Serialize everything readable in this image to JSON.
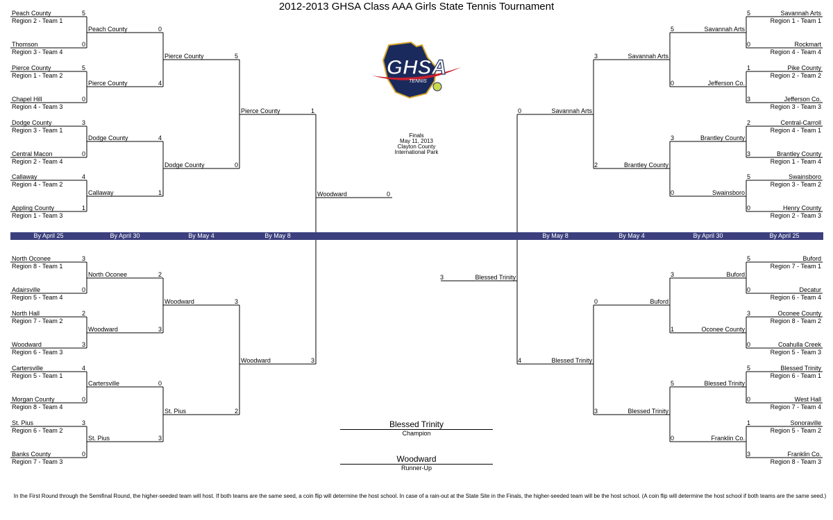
{
  "title": "2012-2013 GHSA Class AAA Girls State Tennis Tournament",
  "logo": {
    "text": "GHSA",
    "subtext": "TENNIS",
    "colors": {
      "navy": "#1b2a5c",
      "gold": "#d4a62a",
      "red": "#c8202f"
    }
  },
  "band": {
    "color": "#3b3f7d",
    "left": [
      "By April 25",
      "By April 30",
      "By May 4",
      "By May 8"
    ],
    "right": [
      "By May 8",
      "By May 4",
      "By April 30",
      "By April 25"
    ]
  },
  "finals": {
    "label": "Finals",
    "date": "May 11, 2013",
    "venue_1": "Clayton County",
    "venue_2": "International Park"
  },
  "champion": {
    "name": "Blessed Trinity",
    "label": "Champion"
  },
  "runner_up": {
    "name": "Woodward",
    "label": "Runner-Up"
  },
  "footnote": "In the First Round through the Semifinal Round, the higher-seeded team will host.  If both teams are the same seed, a coin flip will determine the host school.  In case of a rain-out at the State Site in the Finals, the higher-seeded team will be the host school. (A coin flip will determine the host school if both teams are the same seed.)",
  "left": {
    "r1": [
      {
        "team": "Peach County",
        "seed": "Region 2 - Team 1",
        "score": "5"
      },
      {
        "team": "Thomson",
        "seed": "Region 3 - Team 4",
        "score": "0"
      },
      {
        "team": "Pierce County",
        "seed": "Region 1 - Team 2",
        "score": "5"
      },
      {
        "team": "Chapel Hill",
        "seed": "Region 4 - Team 3",
        "score": "0"
      },
      {
        "team": "Dodge County",
        "seed": "Region 3 - Team 1",
        "score": "3"
      },
      {
        "team": "Central Macon",
        "seed": "Region 2 - Team 4",
        "score": "0"
      },
      {
        "team": "Callaway",
        "seed": "Region 4 - Team 2",
        "score": "4"
      },
      {
        "team": "Appling County",
        "seed": "Region 1 - Team 3",
        "score": "1"
      },
      {
        "team": "North Oconee",
        "seed": "Region 8 - Team 1",
        "score": "3"
      },
      {
        "team": "Adairsville",
        "seed": "Region 5 - Team 4",
        "score": "0"
      },
      {
        "team": "North Hall",
        "seed": "Region 7 - Team 2",
        "score": "2"
      },
      {
        "team": "Woodward",
        "seed": "Region 6 - Team 3",
        "score": "3"
      },
      {
        "team": "Cartersville",
        "seed": "Region 5 - Team 1",
        "score": "4"
      },
      {
        "team": "Morgan County",
        "seed": "Region 8 - Team 4",
        "score": "0"
      },
      {
        "team": "St. Pius",
        "seed": "Region 6 - Team 2",
        "score": "3"
      },
      {
        "team": "Banks County",
        "seed": "Region 7 - Team 3",
        "score": "0"
      }
    ],
    "r2": [
      {
        "team": "Peach County",
        "score": "0"
      },
      {
        "team": "Pierce County",
        "score": "4"
      },
      {
        "team": "Dodge County",
        "score": "4"
      },
      {
        "team": "Callaway",
        "score": "1"
      },
      {
        "team": "North Oconee",
        "score": "2"
      },
      {
        "team": "Woodward",
        "score": "3"
      },
      {
        "team": "Cartersville",
        "score": "0"
      },
      {
        "team": "St. Pius",
        "score": "3"
      }
    ],
    "r3": [
      {
        "team": "Pierce County",
        "score": "5"
      },
      {
        "team": "Dodge County",
        "score": "0"
      },
      {
        "team": "Woodward",
        "score": "3"
      },
      {
        "team": "St. Pius",
        "score": "2"
      }
    ],
    "r4": [
      {
        "team": "Pierce County",
        "score": "1"
      },
      {
        "team": "Woodward",
        "score": "3"
      }
    ],
    "final": {
      "team": "Woodward",
      "score": "0"
    }
  },
  "right": {
    "r1": [
      {
        "team": "Savannah Arts",
        "seed": "Region 1 - Team 1",
        "score": "5"
      },
      {
        "team": "Rockmart",
        "seed": "Region 4 - Team 4",
        "score": "0"
      },
      {
        "team": "Pike County",
        "seed": "Region 2 - Team 2",
        "score": "1"
      },
      {
        "team": "Jefferson Co.",
        "seed": "Region 3 - Team 3",
        "score": "3"
      },
      {
        "team": "Central-Carroll",
        "seed": "Region 4 - Team 1",
        "score": "2"
      },
      {
        "team": "Brantley County",
        "seed": "Region 1 - Team 4",
        "score": "3"
      },
      {
        "team": "Swainsboro",
        "seed": "Region 3 - Team 2",
        "score": "5"
      },
      {
        "team": "Henry County",
        "seed": "Region 2 - Team 3",
        "score": "0"
      },
      {
        "team": "Buford",
        "seed": "Region 7 - Team 1",
        "score": "5"
      },
      {
        "team": "Decatur",
        "seed": "Region 6 - Team 4",
        "score": "0"
      },
      {
        "team": "Oconee County",
        "seed": "Region 8 - Team 2",
        "score": "3"
      },
      {
        "team": "Coahulla Creek",
        "seed": "Region 5 - Team 3",
        "score": "0"
      },
      {
        "team": "Blessed Trinity",
        "seed": "Region 6 - Team 1",
        "score": "5"
      },
      {
        "team": "West Hall",
        "seed": "Region 7 - Team 4",
        "score": "0"
      },
      {
        "team": "Sonoraville",
        "seed": "Region 5 - Team 2",
        "score": "1"
      },
      {
        "team": "Franklin Co.",
        "seed": "Region 8 - Team 3",
        "score": "3"
      }
    ],
    "r2": [
      {
        "team": "Savannah Arts",
        "score": "5"
      },
      {
        "team": "Jefferson Co.",
        "score": "0"
      },
      {
        "team": "Brantley County",
        "score": "3"
      },
      {
        "team": "Swainsboro",
        "score": "0"
      },
      {
        "team": "Buford",
        "score": "3"
      },
      {
        "team": "Oconee County",
        "score": "1"
      },
      {
        "team": "Blessed Trinity",
        "score": "5"
      },
      {
        "team": "Franklin Co.",
        "score": "0"
      }
    ],
    "r3": [
      {
        "team": "Savannah Arts",
        "score": "3"
      },
      {
        "team": "Brantley County",
        "score": "2"
      },
      {
        "team": "Buford",
        "score": "0"
      },
      {
        "team": "Blessed Trinity",
        "score": "3"
      }
    ],
    "r4": [
      {
        "team": "Savannah Arts",
        "score": "0"
      },
      {
        "team": "Blessed Trinity",
        "score": "4"
      }
    ],
    "final": {
      "team": "Blessed Trinity",
      "score": "3"
    }
  }
}
